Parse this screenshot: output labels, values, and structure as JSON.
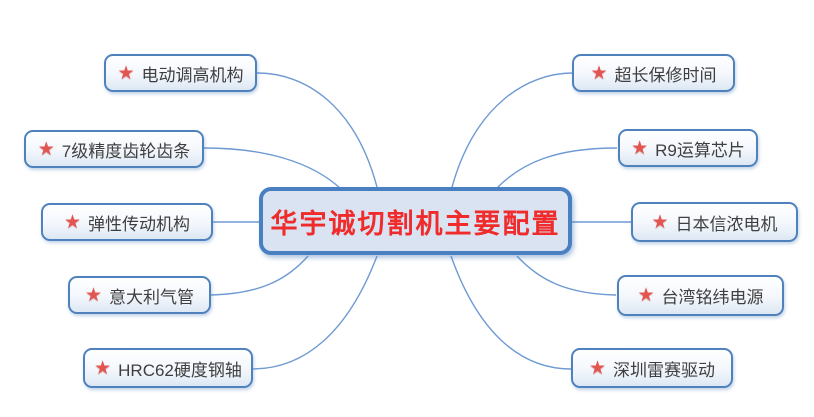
{
  "central": {
    "label": "华宇诚切割机主要配置"
  },
  "branches": {
    "left": [
      {
        "label": "电动调高机构"
      },
      {
        "label": "7级精度齿轮齿条"
      },
      {
        "label": "弹性传动机构"
      },
      {
        "label": "意大利气管"
      },
      {
        "label": "HRC62硬度钢轴"
      }
    ],
    "right": [
      {
        "label": "超长保修时间"
      },
      {
        "label": "R9运算芯片"
      },
      {
        "label": "日本信浓电机"
      },
      {
        "label": "台湾铭纬电源"
      },
      {
        "label": "深圳雷赛驱动"
      }
    ]
  },
  "icons": {
    "star": "★"
  },
  "colors": {
    "node_border": "#4f81bd",
    "central_border": "#4a7fc1",
    "central_fill": "#d9e3f1",
    "connector": "#6f9ad3",
    "star": "#e25551",
    "label_text": "#3f3f3f",
    "central_text": "#f02b2b"
  }
}
